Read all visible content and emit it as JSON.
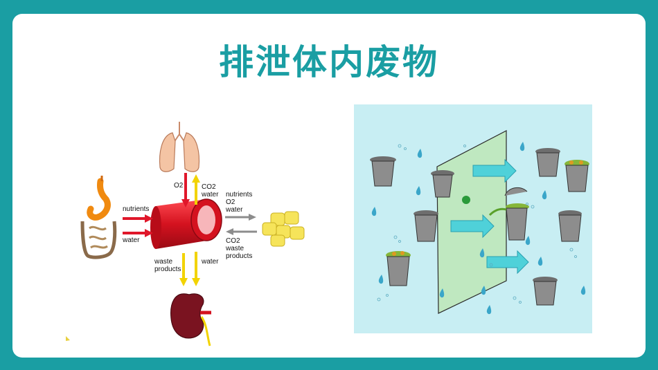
{
  "slide": {
    "title": "排泄体内废物"
  },
  "diagram": {
    "labels": {
      "o2": "O2",
      "co2_water_lung": "CO2\nwater",
      "nutrients_left": "nutrients",
      "water_left": "water",
      "nutrients_o2_water_right": "nutrients\nO2\nwater",
      "co2_waste_right": "CO2\nwaste\nproducts",
      "waste_products_bottom": "waste\nproducts",
      "water_bottom": "water"
    },
    "colors": {
      "red_arrow": "#e0172a",
      "yellow_arrow": "#f2d300",
      "gray_arrow": "#8c8c8c",
      "vessel": "#d4121f",
      "lung": "#f4c4a4",
      "kidney": "#7a1320",
      "cells": "#f6e45a"
    }
  },
  "panel": {
    "colors": {
      "background": "#c8eef3",
      "membrane": "#bfe8c0",
      "arrow": "#4fd1d9",
      "can": "#8d8d8d",
      "drop": "#3aa6c9"
    }
  }
}
